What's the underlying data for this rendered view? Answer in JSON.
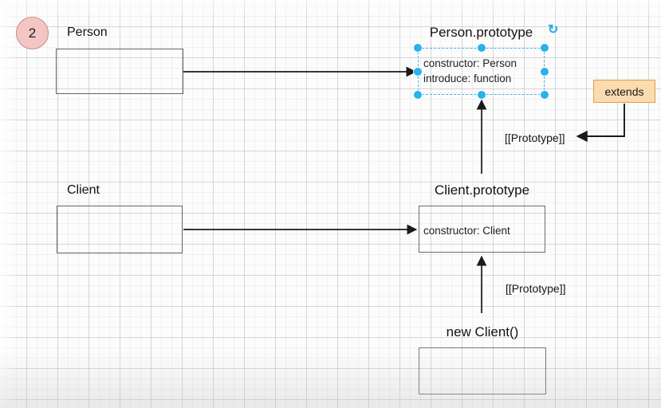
{
  "badge": {
    "number": "2"
  },
  "nodes": {
    "person": {
      "label": "Person"
    },
    "person_prototype": {
      "title": "Person.prototype",
      "lines": [
        "constructor: Person",
        "introduce: function"
      ],
      "selected": true
    },
    "client": {
      "label": "Client"
    },
    "client_prototype": {
      "title": "Client.prototype",
      "lines": [
        "constructor: Client"
      ]
    },
    "new_client": {
      "label": "new Client()"
    }
  },
  "annotations": {
    "extends_label": "extends",
    "prototype_upper": "[[Prototype]]",
    "prototype_lower": "[[Prototype]]"
  },
  "icons": {
    "rotate_glyph": "↻"
  },
  "colors": {
    "selection_blue": "#29b2ec",
    "badge_fill": "#f3c6c4",
    "badge_stroke": "#c98a88",
    "extends_fill": "#fbdbb0",
    "extends_stroke": "#d9a14d",
    "shape_stroke": "#636363",
    "arrow_black": "#1a1a1a",
    "canvas_bg": "#fcfcfc"
  }
}
